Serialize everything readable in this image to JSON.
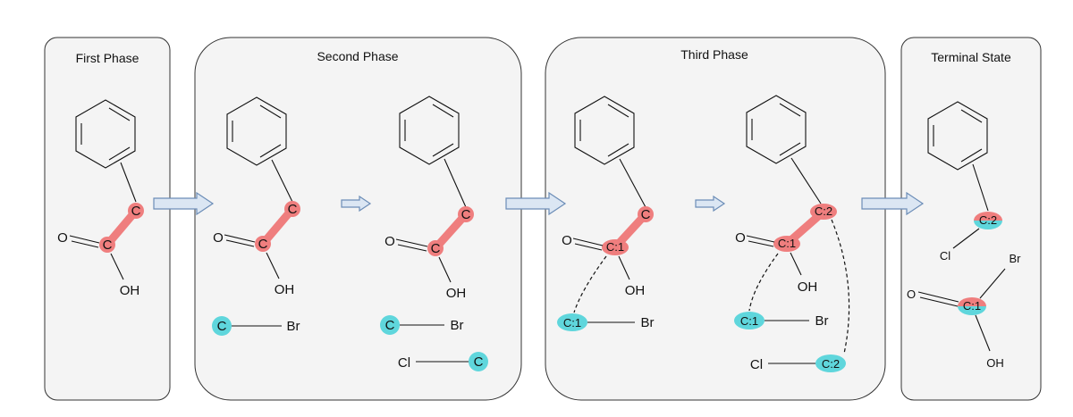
{
  "panels": [
    {
      "id": "first",
      "title": "First Phase"
    },
    {
      "id": "second",
      "title": "Second Phase"
    },
    {
      "id": "third",
      "title": "Third Phase"
    },
    {
      "id": "terminal",
      "title": "Terminal State"
    }
  ],
  "atoms": {
    "carbon": "C",
    "oxygen": "O",
    "hydroxyl": "OH",
    "bromine": "Br",
    "chlorine": "Cl",
    "mapped_1": "C:1",
    "mapped_2": "C:2"
  },
  "colors": {
    "reaction_center": "#ef7e7e",
    "reagent_atom": "#5fd6dc",
    "panel_fill": "#f4f4f4",
    "arrow_fill": "#dbe6f3",
    "arrow_stroke": "#6c8db7"
  }
}
